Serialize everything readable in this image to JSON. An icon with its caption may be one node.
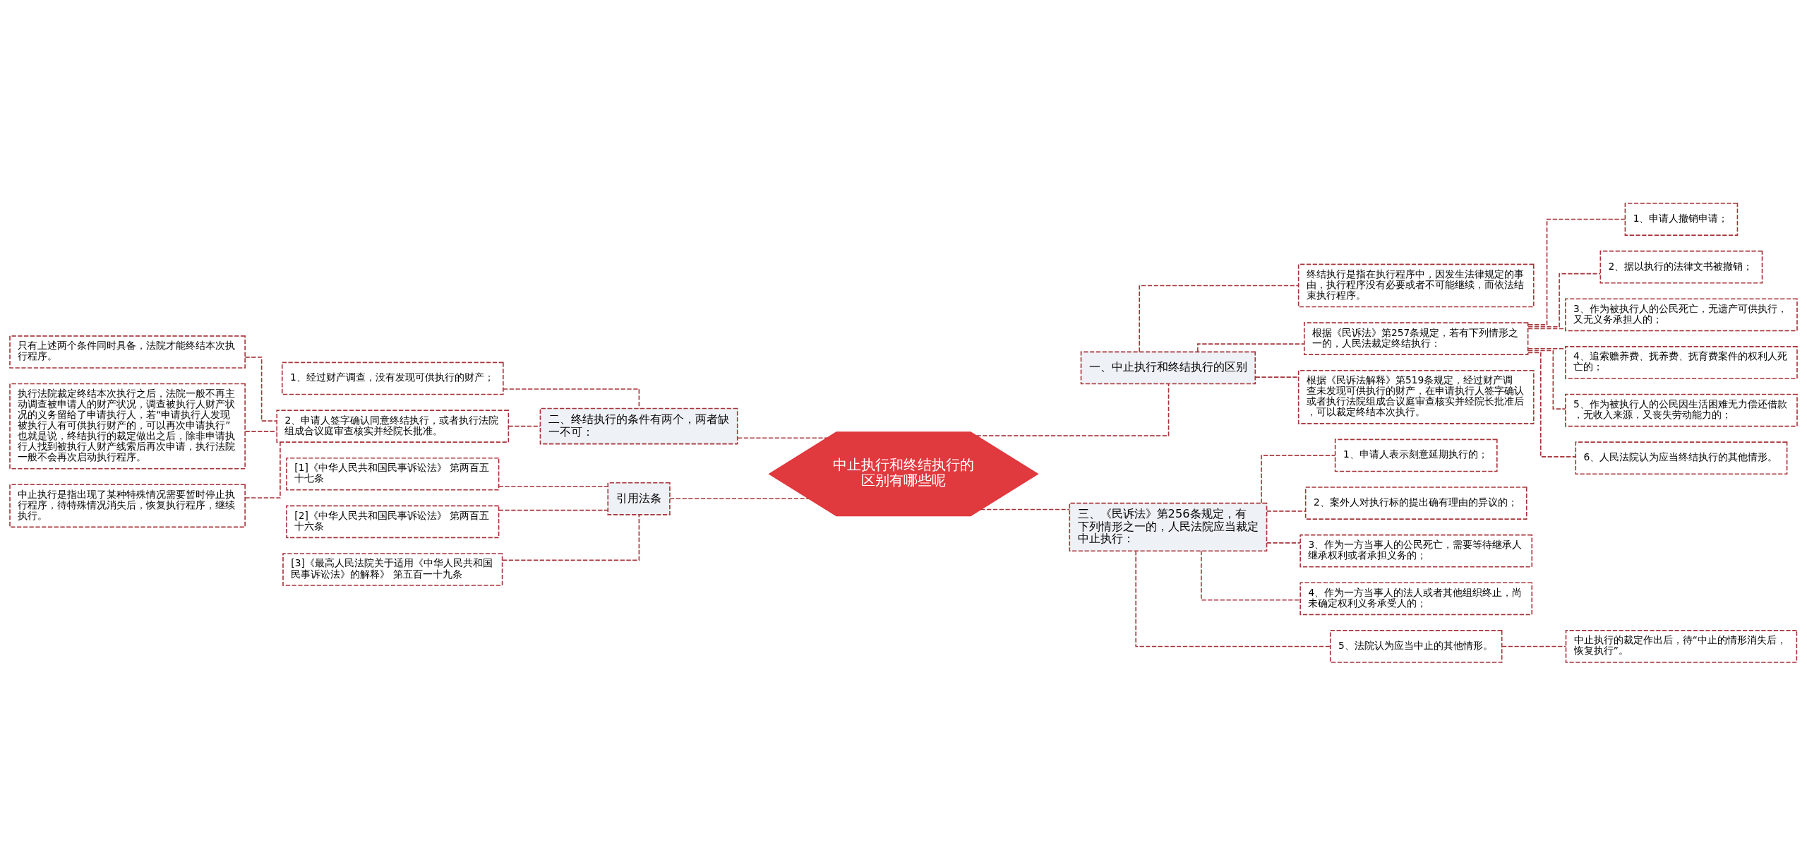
{
  "diagram": {
    "nodes": [
      {
        "text": [
          "中止执行和终结执行的区别有哪些呢"
        ]
      },
      {
        "text": [
          "一、中止执行和终结执行的区别"
        ]
      },
      {
        "text": [
          "终结执行是指在执行程序中，因发生法律规定的事由，执行程序没有必要或者不可能继续，而依法结束执行程序。"
        ]
      },
      {
        "text": [
          "根据《民诉法》第257条规定，若有下列情形之一的，人民法裁定终结执行："
        ]
      },
      {
        "text": [
          "1、申请人撤销申请；"
        ]
      },
      {
        "text": [
          "2、据以执行的法律文书被撤销；"
        ]
      },
      {
        "text": [
          "3、作为被执行人的公民死亡，无遗产可供执行，又无义务承担人的；"
        ]
      },
      {
        "text": [
          "4、追索赡养费、抚养费、抚育费案件的权利人死亡的；"
        ]
      },
      {
        "text": [
          "5、作为被执行人的公民因生活困难无力偿还借款，无收入来源，又丧失劳动能力的；"
        ]
      },
      {
        "text": [
          "6、人民法院认为应当终结执行的其他情形。"
        ]
      },
      {
        "text": [
          "根据《民诉法解释》第519条规定，经过财产调查未发现可供执行的财产，在申请执行人签字确认或者执行法院组成合议庭审查核实并经院长批准后，可以裁定终结本次执行。"
        ]
      },
      {
        "text": [
          "三、《民诉法》第256条规定，有下列情形之一的，人民法院应当裁定中止执行："
        ]
      },
      {
        "text": [
          "1、申请人表示刻意延期执行的；"
        ]
      },
      {
        "text": [
          "2、案外人对执行标的提出确有理由的异议的；"
        ]
      },
      {
        "text": [
          "3、作为一方当事人的公民死亡，需要等待继承人继承权利或者承担义务的；"
        ]
      },
      {
        "text": [
          "4、作为一方当事人的法人或者其他组织终止，尚未确定权利义务承受人的；"
        ]
      },
      {
        "text": [
          "5、法院认为应当中止的其他情形。"
        ]
      },
      {
        "text": [
          "中止执行的裁定作出后，待“中止的情形消失后，恢复执行”。"
        ]
      },
      {
        "text": [
          "二、终结执行的条件有两个，两者缺一不可："
        ]
      },
      {
        "text": [
          "1、经过财产调查，没有发现可供执行的财产；"
        ]
      },
      {
        "text": [
          "2、申请人签字确认同意终结执行，或者执行法院组成合议庭审查核实并经院长批准。"
        ]
      },
      {
        "text": [
          "只有上述两个条件同时具备，法院才能终结本次执行程序。"
        ]
      },
      {
        "text": [
          "执行法院裁定终结本次执行之后，法院一般不再主动调查被申请人的财产状况，调查被执行人财产状况的义务留给了申请执行人，若“申请执行人发现被执行人有可供执行财产的，可以再次申请执行”也就是说，终结执行的裁定做出之后，除非申请执行人找到被执行人财产线索后再次申请，执行法院一般不会再次启动执行程序。"
        ]
      },
      {
        "text": [
          "中止执行是指出现了某种特殊情况需要暂时停止执行程序，待特殊情况消失后，恢复执行程序，继续执行。"
        ]
      },
      {
        "text": [
          "引用法条"
        ]
      },
      {
        "text": [
          "[1]《中华人民共和国民事诉讼法》 第两百五十七条"
        ]
      },
      {
        "text": [
          "[2]《中华人民共和国民事诉讼法》 第两百五十六条"
        ]
      },
      {
        "text": [
          "[3]《最高人民法院关于适用《中华人民共和国民事诉讼法》的解释》 第五百一十九条"
        ]
      }
    ],
    "edges": [
      {
        "from": 0,
        "to": 1,
        "arrow": "none"
      },
      {
        "from": 1,
        "to": 2,
        "arrow": "none"
      },
      {
        "from": 1,
        "to": 3,
        "arrow": "none"
      },
      {
        "from": 3,
        "to": 4,
        "arrow": "none"
      },
      {
        "from": 3,
        "to": 5,
        "arrow": "none"
      },
      {
        "from": 3,
        "to": 6,
        "arrow": "none"
      },
      {
        "from": 3,
        "to": 7,
        "arrow": "none"
      },
      {
        "from": 3,
        "to": 8,
        "arrow": "none"
      },
      {
        "from": 3,
        "to": 9,
        "arrow": "none"
      },
      {
        "from": 1,
        "to": 10,
        "arrow": "none"
      },
      {
        "from": 0,
        "to": 11,
        "arrow": "none"
      },
      {
        "from": 11,
        "to": 12,
        "arrow": "none"
      },
      {
        "from": 11,
        "to": 13,
        "arrow": "none"
      },
      {
        "from": 11,
        "to": 14,
        "arrow": "none"
      },
      {
        "from": 11,
        "to": 15,
        "arrow": "none"
      },
      {
        "from": 11,
        "to": 16,
        "arrow": "none"
      },
      {
        "from": 16,
        "to": 17,
        "arrow": "none"
      },
      {
        "from": 0,
        "to": 18,
        "arrow": "none"
      },
      {
        "from": 18,
        "to": 19,
        "arrow": "none"
      },
      {
        "from": 18,
        "to": 20,
        "arrow": "none"
      },
      {
        "from": 20,
        "to": 21,
        "arrow": "none"
      },
      {
        "from": 20,
        "to": 22,
        "arrow": "none"
      },
      {
        "from": 20,
        "to": 23,
        "arrow": "none"
      },
      {
        "from": 0,
        "to": 24,
        "arrow": "none"
      },
      {
        "from": 24,
        "to": 25,
        "arrow": "none"
      },
      {
        "from": 24,
        "to": 26,
        "arrow": "none"
      },
      {
        "from": 24,
        "to": 27,
        "arrow": "none"
      }
    ]
  }
}
